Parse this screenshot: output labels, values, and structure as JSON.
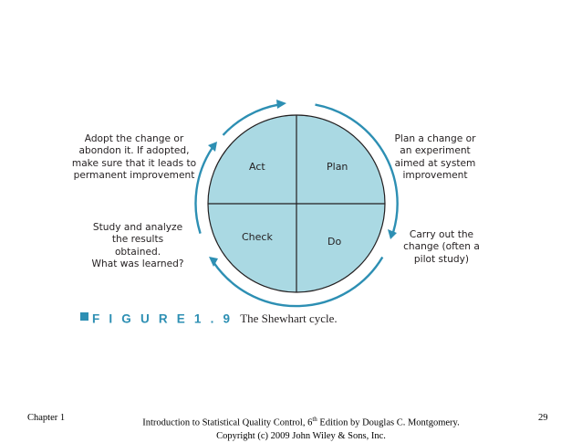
{
  "diagram": {
    "colors": {
      "quadrant_fill": "#aad9e3",
      "outline": "#231f20",
      "arrow": "#2d8fb3",
      "accent": "#2d8fb3"
    },
    "quadrants": {
      "act": "Act",
      "plan": "Plan",
      "check": "Check",
      "do": "Do"
    },
    "notes": {
      "act": [
        "Adopt the change or",
        "abondon it. If adopted,",
        "make sure that it leads to",
        "permanent improvement"
      ],
      "plan": [
        "Plan a change or",
        "an experiment",
        "aimed at system",
        "improvement"
      ],
      "check": [
        "Study and analyze",
        "the results",
        "obtained.",
        "What was learned?"
      ],
      "do": [
        "Carry out the",
        "change (often a",
        "pilot study)"
      ]
    }
  },
  "caption": {
    "label": "F I G U R E   1 . 9",
    "text": "The Shewhart cycle."
  },
  "footer": {
    "chapter": "Chapter 1",
    "title_part1": "Introduction to Statistical Quality Control, 6",
    "title_sup": "th",
    "title_part2": " Edition by Douglas C. Montgomery.",
    "copyright": "Copyright (c) 2009  John Wiley & Sons, Inc.",
    "page": "29"
  }
}
